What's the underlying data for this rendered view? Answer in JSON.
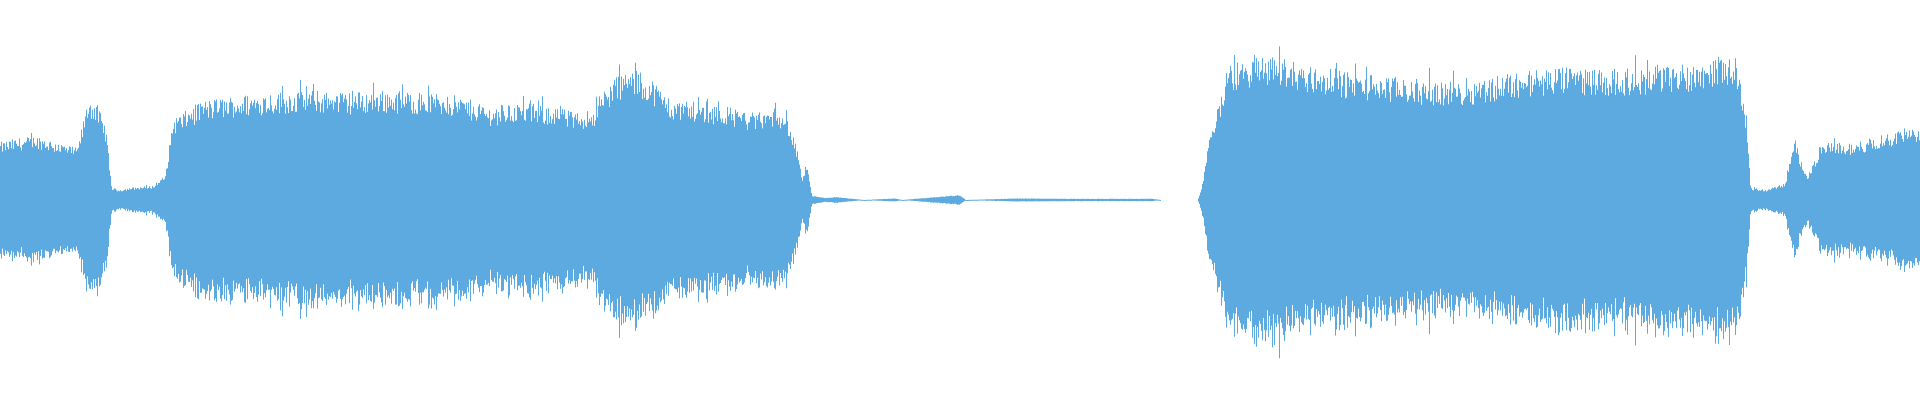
{
  "waveform": {
    "color": "#5DAAE0",
    "background": "#FFFFFF",
    "envelope_x_unit": "fraction_of_width",
    "envelope_amp_unit": "fraction_of_half_height",
    "envelope": [
      [
        0.0,
        0.28
      ],
      [
        0.01,
        0.3
      ],
      [
        0.02,
        0.31
      ],
      [
        0.03,
        0.28
      ],
      [
        0.04,
        0.25
      ],
      [
        0.046,
        0.5
      ],
      [
        0.05,
        0.47
      ],
      [
        0.055,
        0.35
      ],
      [
        0.058,
        0.06
      ],
      [
        0.062,
        0.05
      ],
      [
        0.068,
        0.06
      ],
      [
        0.08,
        0.07
      ],
      [
        0.086,
        0.12
      ],
      [
        0.09,
        0.4
      ],
      [
        0.095,
        0.42
      ],
      [
        0.105,
        0.48
      ],
      [
        0.12,
        0.5
      ],
      [
        0.14,
        0.52
      ],
      [
        0.16,
        0.53
      ],
      [
        0.18,
        0.52
      ],
      [
        0.2,
        0.53
      ],
      [
        0.22,
        0.52
      ],
      [
        0.24,
        0.5
      ],
      [
        0.255,
        0.45
      ],
      [
        0.27,
        0.47
      ],
      [
        0.29,
        0.45
      ],
      [
        0.3,
        0.42
      ],
      [
        0.31,
        0.45
      ],
      [
        0.32,
        0.6
      ],
      [
        0.33,
        0.63
      ],
      [
        0.34,
        0.58
      ],
      [
        0.35,
        0.48
      ],
      [
        0.365,
        0.47
      ],
      [
        0.38,
        0.45
      ],
      [
        0.39,
        0.42
      ],
      [
        0.4,
        0.43
      ],
      [
        0.405,
        0.45
      ],
      [
        0.41,
        0.4
      ],
      [
        0.415,
        0.25
      ],
      [
        0.418,
        0.1
      ],
      [
        0.42,
        0.18
      ],
      [
        0.423,
        0.02
      ],
      [
        0.43,
        0.01
      ],
      [
        0.435,
        0.015
      ],
      [
        0.44,
        0.01
      ],
      [
        0.45,
        0.0
      ],
      [
        0.466,
        0.008
      ],
      [
        0.47,
        0.0
      ],
      [
        0.5,
        0.025
      ],
      [
        0.503,
        0.0
      ],
      [
        0.53,
        0.008
      ],
      [
        0.56,
        0.006
      ],
      [
        0.6,
        0.006
      ],
      [
        0.605,
        0.0
      ],
      [
        0.624,
        0.0
      ],
      [
        0.626,
        0.06
      ],
      [
        0.63,
        0.3
      ],
      [
        0.64,
        0.65
      ],
      [
        0.65,
        0.68
      ],
      [
        0.665,
        0.7
      ],
      [
        0.68,
        0.65
      ],
      [
        0.7,
        0.62
      ],
      [
        0.72,
        0.6
      ],
      [
        0.74,
        0.58
      ],
      [
        0.76,
        0.57
      ],
      [
        0.78,
        0.6
      ],
      [
        0.8,
        0.63
      ],
      [
        0.82,
        0.64
      ],
      [
        0.84,
        0.63
      ],
      [
        0.86,
        0.64
      ],
      [
        0.88,
        0.66
      ],
      [
        0.9,
        0.7
      ],
      [
        0.905,
        0.68
      ],
      [
        0.91,
        0.4
      ],
      [
        0.912,
        0.06
      ],
      [
        0.92,
        0.05
      ],
      [
        0.93,
        0.08
      ],
      [
        0.935,
        0.3
      ],
      [
        0.938,
        0.2
      ],
      [
        0.942,
        0.12
      ],
      [
        0.948,
        0.25
      ],
      [
        0.955,
        0.28
      ],
      [
        0.965,
        0.27
      ],
      [
        0.975,
        0.3
      ],
      [
        0.985,
        0.32
      ],
      [
        0.99,
        0.35
      ],
      [
        1.0,
        0.33
      ]
    ]
  }
}
